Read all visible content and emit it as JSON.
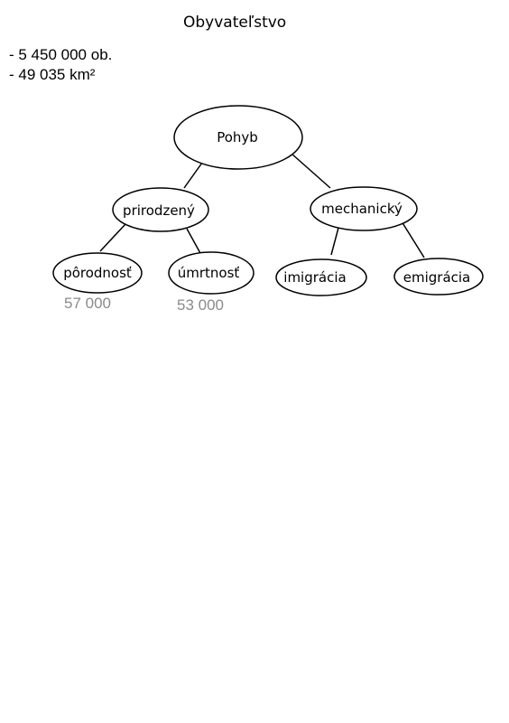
{
  "title": "Obyvateľstvo",
  "facts": {
    "population": "- 5 450 000 ob.",
    "area": "- 49 035 km²"
  },
  "colors": {
    "line": "#000000",
    "node_fill": "#ffffff",
    "stat_text": "#8a8a8a"
  },
  "tree": {
    "root": "Pohyb",
    "branches": {
      "natural": "prirodzený",
      "mechanical": "mechanický"
    },
    "leaves": {
      "birth_rate": "pôrodnosť",
      "death_rate": "úmrtnosť",
      "immigration": "imigrácia",
      "emigration": "emigrácia"
    },
    "values": {
      "birth_rate": "57 000",
      "death_rate": "53 000"
    }
  }
}
